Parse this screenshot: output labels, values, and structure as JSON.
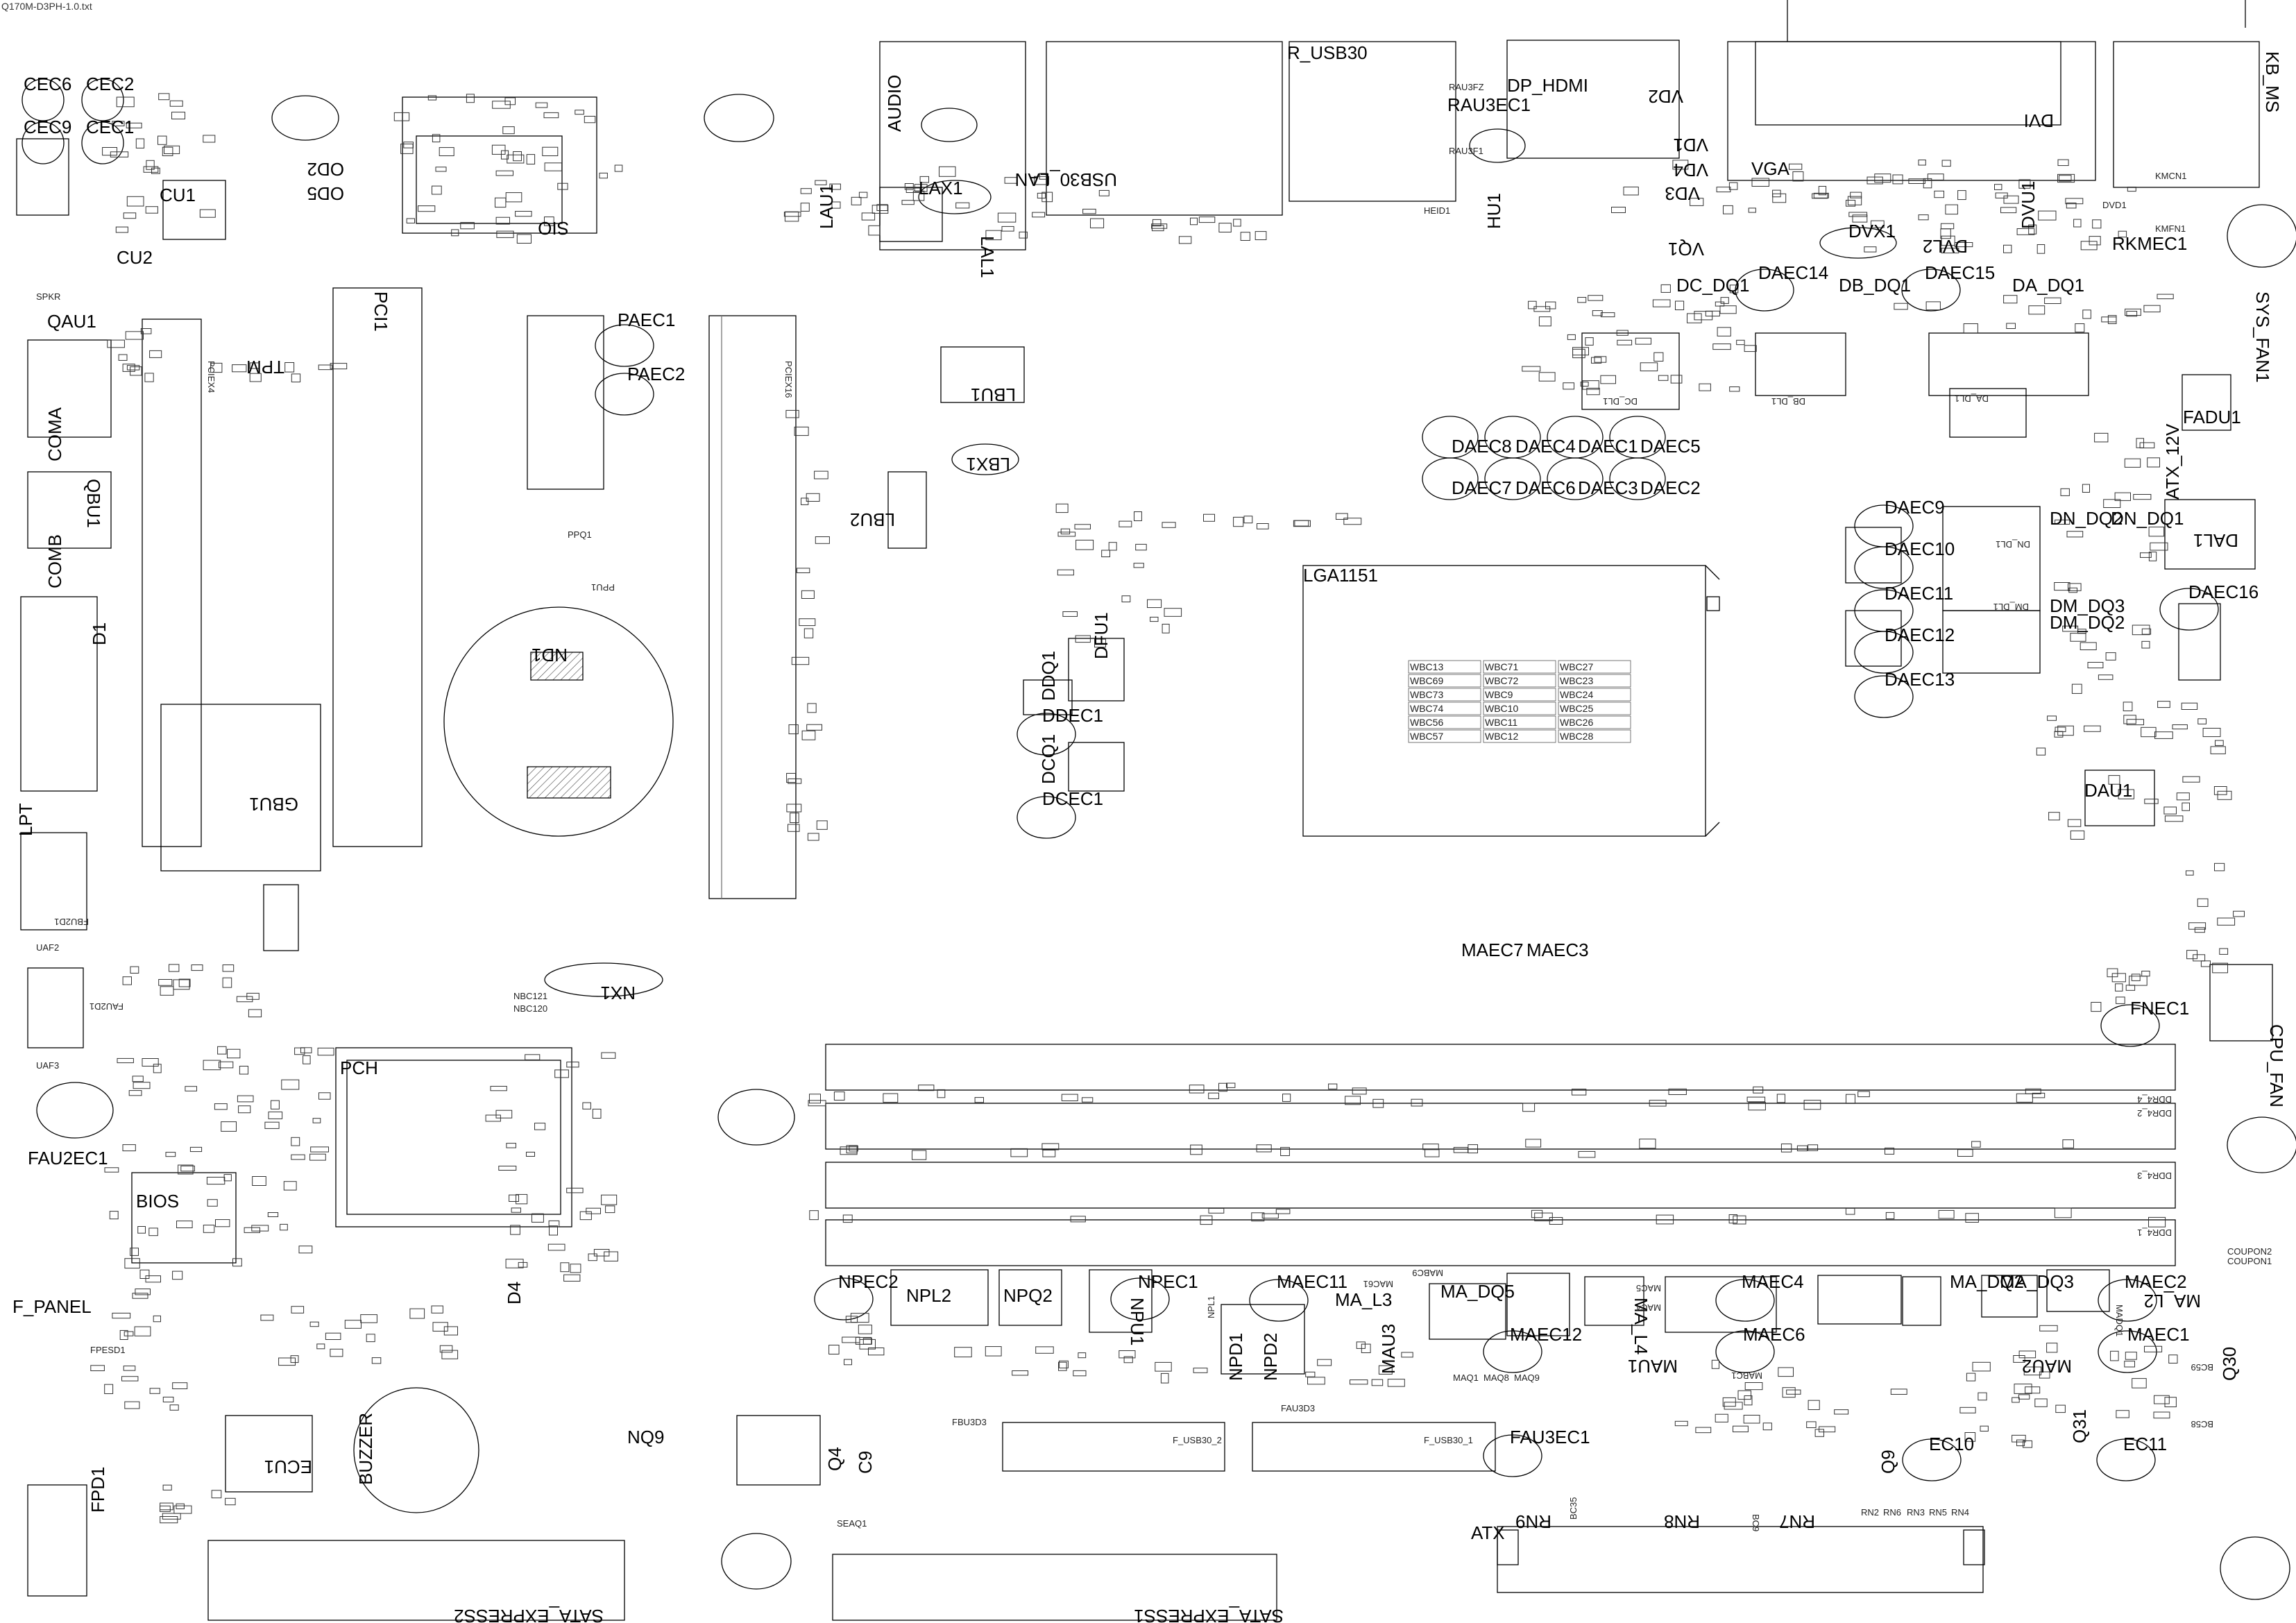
{
  "document": {
    "title": "Q170M-D3PH-1.0.txt"
  },
  "big_labels": [
    "CEC6",
    "CEC2",
    "CEC9",
    "CEC1",
    "CU1",
    "CU2",
    "QAU1",
    "COMA",
    "QBU1",
    "COMB",
    "D1",
    "LPT",
    "TPM",
    "PCI1",
    "GBU1",
    "OD2",
    "OD5",
    "SIO",
    "PAEC1",
    "PAEC2",
    "AUDIO",
    "LAU1",
    "LAX1",
    "LAL1",
    "LBU1",
    "LBX1",
    "LBU2",
    "USB30_LAN",
    "R_USB30",
    "DP_HDMI",
    "RAU3EC1",
    "HU1",
    "VGA",
    "VD2",
    "VD1",
    "VD4",
    "VD3",
    "VQ1",
    "DVI",
    "DVX1",
    "DVL2",
    "DVU1",
    "KB_MS",
    "RKMEC1",
    "DAEC14",
    "DAEC15",
    "DC_DQ1",
    "DB_DQ1",
    "DA_DQ1",
    "SYS_FAN1",
    "FADU1",
    "ATX_12V",
    "DAEC8",
    "DAEC4",
    "DAEC1",
    "DAEC5",
    "DAEC7",
    "DAEC6",
    "DAEC3",
    "DAEC2",
    "DAEC9",
    "DAEC10",
    "DAEC11",
    "DAEC12",
    "DAEC13",
    "DN_DQ2",
    "DN_DQ1",
    "DAL1",
    "DM_DQ3",
    "DM_DQ2",
    "DAEC16",
    "DAU1",
    "DFU1",
    "DDQ1",
    "DDEC1",
    "DCQ1",
    "DCEC1",
    "ND1",
    "LGA1151",
    "MAEC7",
    "MAEC3",
    "NX1",
    "FNEC1",
    "CPU_FAN",
    "PCH",
    "BIOS",
    "FAU2EC1",
    "F_PANEL",
    "FPD1",
    "ECU1",
    "BUZZER",
    "NQ9",
    "Q4",
    "C9",
    "NPEC2",
    "NPL2",
    "NPQ2",
    "NPU1",
    "NPEC1",
    "MAEC11",
    "MA_L3",
    "MA_DQ5",
    "MA_L4",
    "MAU1",
    "MAEC12",
    "NPD1",
    "NPD2",
    "MAU3",
    "MAEC4",
    "MAEC6",
    "MA_DQ2",
    "MA_DQ3",
    "MAEC2",
    "MA_L2",
    "MAU2",
    "MAEC1",
    "Q30",
    "Q31",
    "EC10",
    "EC11",
    "FAU3EC1",
    "ATX",
    "RN9",
    "RN8",
    "RN7",
    "D4",
    "Q9",
    "SATA_EXPRESS2",
    "SATA_EXPRESS1"
  ],
  "small_labels": [
    "SPKR",
    "UAF2",
    "UAF3",
    "FBU2D1",
    "FAU2D1",
    "FPESD1",
    "PCIEX4",
    "PCIEX16",
    "PPQ1",
    "PPU1",
    "NBC121",
    "NBC120",
    "F_USB30_2",
    "F_USB30_1",
    "FBU3D3",
    "FAU3D3",
    "SEAQ1",
    "MAQ1",
    "MAQ8",
    "MAQ9",
    "MAC61",
    "MABC9",
    "MAC5",
    "MAC4",
    "HEID1",
    "DDR4_4",
    "DDR4_2",
    "DDR4_3",
    "DDR4_1",
    "COUPON2",
    "COUPON1",
    "DC_DL1",
    "DB_DL1",
    "DA_DL1",
    "DN_DL1",
    "DM_DL1",
    "KMCN1",
    "KMFN1",
    "DVD1",
    "MABC1",
    "MADQ1",
    "BC59",
    "BC58",
    "RN2",
    "RN6",
    "RN3",
    "RN5",
    "RN4",
    "BC9",
    "BC35",
    "NPL1",
    "RAU3FZ",
    "RAU3F1"
  ],
  "cpu_caps": [
    [
      "WBC13",
      "WBC71",
      "WBC27"
    ],
    [
      "WBC69",
      "WBC72",
      "WBC23"
    ],
    [
      "WBC73",
      "WBC9",
      "WBC24"
    ],
    [
      "WBC74",
      "WBC10",
      "WBC25"
    ],
    [
      "WBC56",
      "WBC11",
      "WBC26"
    ],
    [
      "WBC57",
      "WBC12",
      "WBC28"
    ]
  ],
  "colors": {
    "line": "#000000",
    "thin": "#555555",
    "hatch": "#444444",
    "text": "#000000"
  }
}
